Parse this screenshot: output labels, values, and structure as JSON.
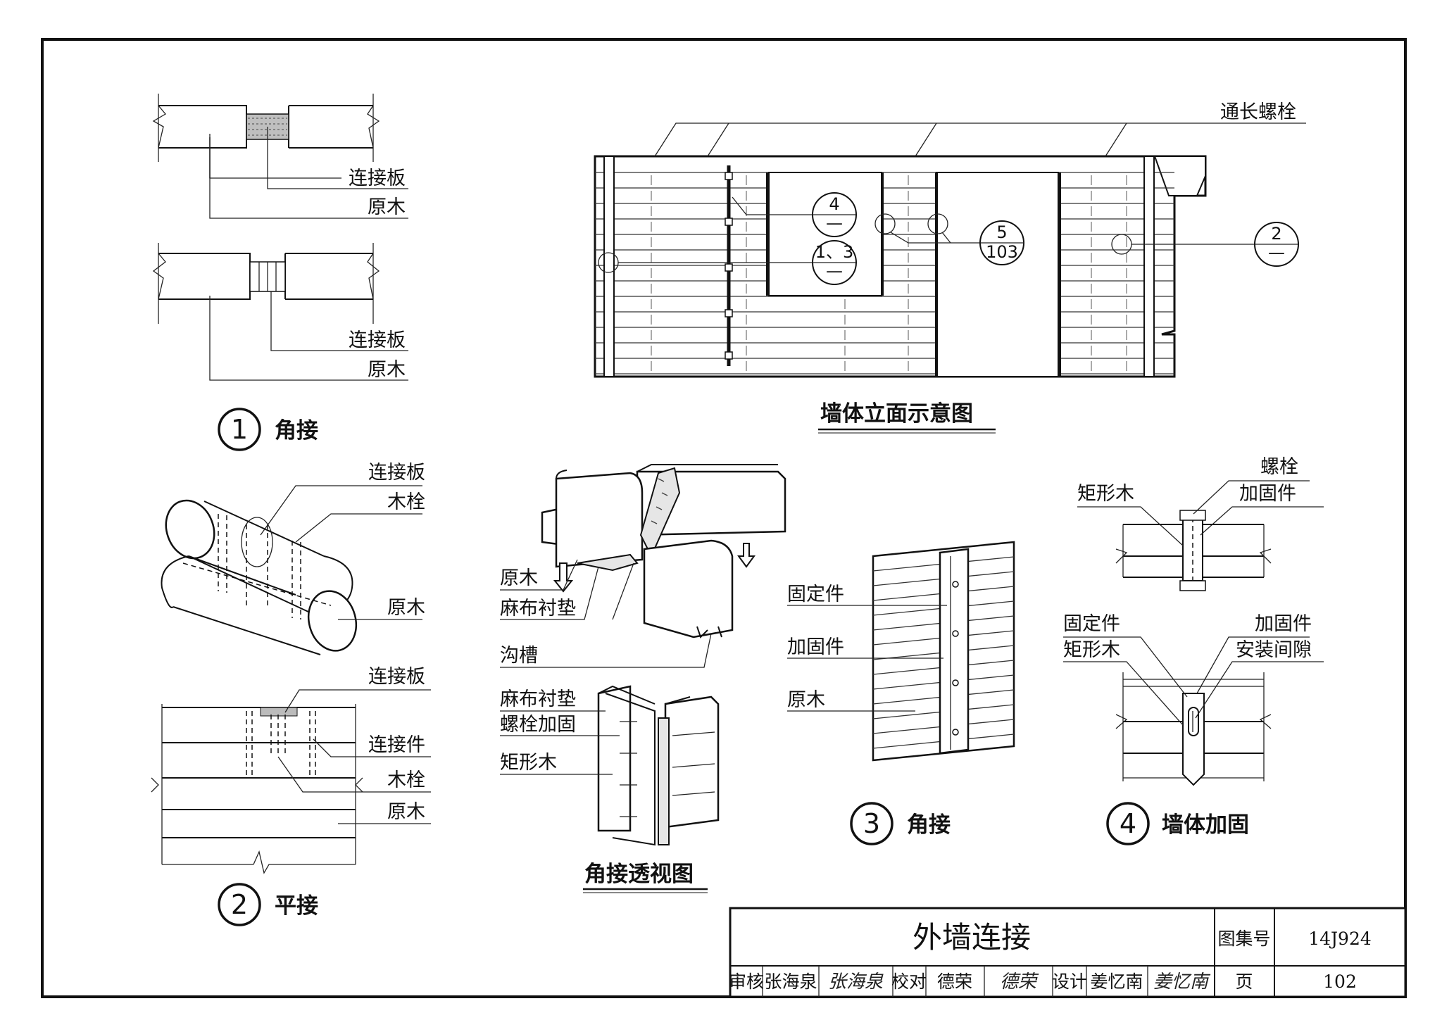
{
  "sheet_title": "外墙连接",
  "atlas_label": "图集号",
  "atlas_no": "14J924",
  "page_label": "页",
  "page_no": "102",
  "signoff": {
    "review_label": "审核",
    "review_name": "张海泉",
    "review_sig": "张海泉",
    "check_label": "校对",
    "check_name": "德荣",
    "check_sig": "德荣",
    "design_label": "设计",
    "design_name": "姜忆南",
    "design_sig": "姜忆南"
  },
  "detail1": {
    "num": "1",
    "title": "角接",
    "top_plate": "连接板",
    "top_log": "原木",
    "bot_plate": "连接板",
    "bot_log": "原木"
  },
  "detail2": {
    "num": "2",
    "title": "平接",
    "iso_plate": "连接板",
    "iso_dowel": "木栓",
    "iso_log": "原木",
    "el_plate": "连接板",
    "el_connector": "连接件",
    "el_dowel": "木栓",
    "el_log": "原木"
  },
  "elevation": {
    "title": "墙体立面示意图",
    "through_bolt": "通长螺栓",
    "ref_a_num": "4",
    "ref_a_sheet": "—",
    "ref_b_num": "1、3",
    "ref_b_sheet": "—",
    "ref_c_num": "5",
    "ref_c_sheet": "103",
    "ref_d_num": "2",
    "ref_d_sheet": "—"
  },
  "perspective": {
    "title": "角接透视图",
    "log": "原木",
    "burlap": "麻布衬垫",
    "groove": "沟槽",
    "burlap2": "麻布衬垫",
    "bolt_reinforce": "螺栓加固",
    "rect_timber": "矩形木"
  },
  "detail3": {
    "num": "3",
    "title": "角接",
    "fixer": "固定件",
    "reinforcer": "加固件",
    "log": "原木"
  },
  "detail4": {
    "num": "4",
    "title": "墙体加固",
    "bolt": "螺栓",
    "rect_timber_top": "矩形木",
    "reinforcer_top": "加固件",
    "fixer": "固定件",
    "rect_timber": "矩形木",
    "reinforcer": "加固件",
    "install_gap": "安装间隙"
  }
}
